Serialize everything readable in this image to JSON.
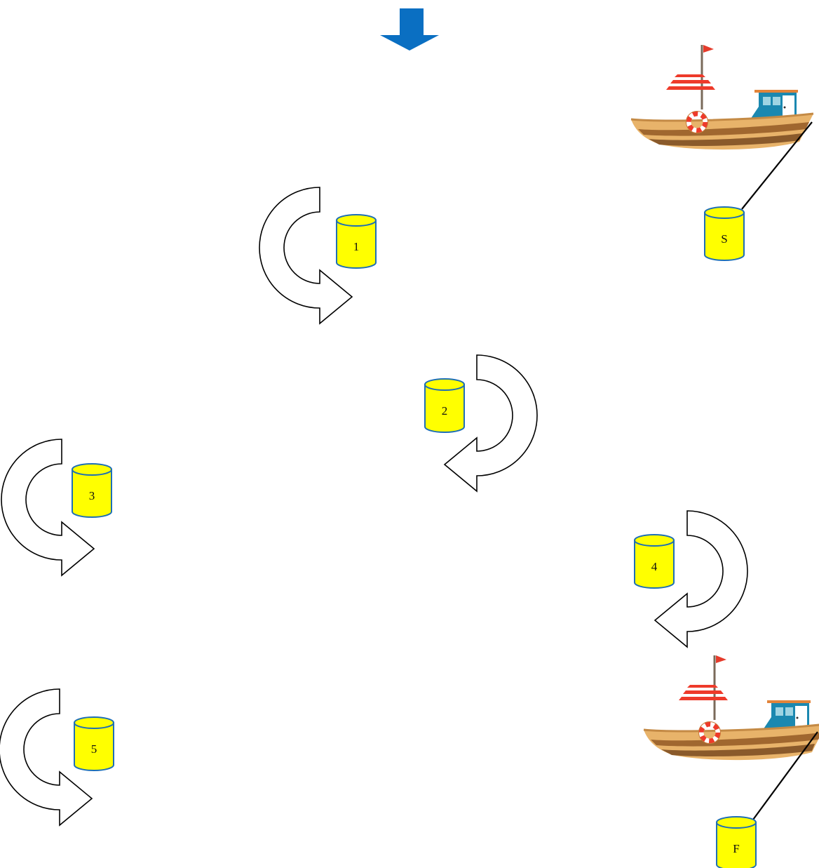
{
  "colors": {
    "buoy_fill": "#ffff00",
    "buoy_stroke": "#1e6fb5",
    "wind_arrow": "#0a6fc2",
    "hull_light": "#e8b36a",
    "hull_dark": "#8a5a2b",
    "cabin": "#1b88b0",
    "roof_red": "#ee3a2a",
    "flag": "#e53b2b"
  },
  "wind_arrow": {
    "icon": "down-arrow-icon"
  },
  "start": {
    "boat_icon": "sailboat-icon",
    "buoy_label": "S"
  },
  "finish": {
    "boat_icon": "sailboat-icon",
    "buoy_label": "F"
  },
  "marks": [
    {
      "label": "1",
      "rounding": "counterclockwise"
    },
    {
      "label": "2",
      "rounding": "clockwise"
    },
    {
      "label": "3",
      "rounding": "counterclockwise"
    },
    {
      "label": "4",
      "rounding": "clockwise"
    },
    {
      "label": "5",
      "rounding": "counterclockwise"
    }
  ]
}
